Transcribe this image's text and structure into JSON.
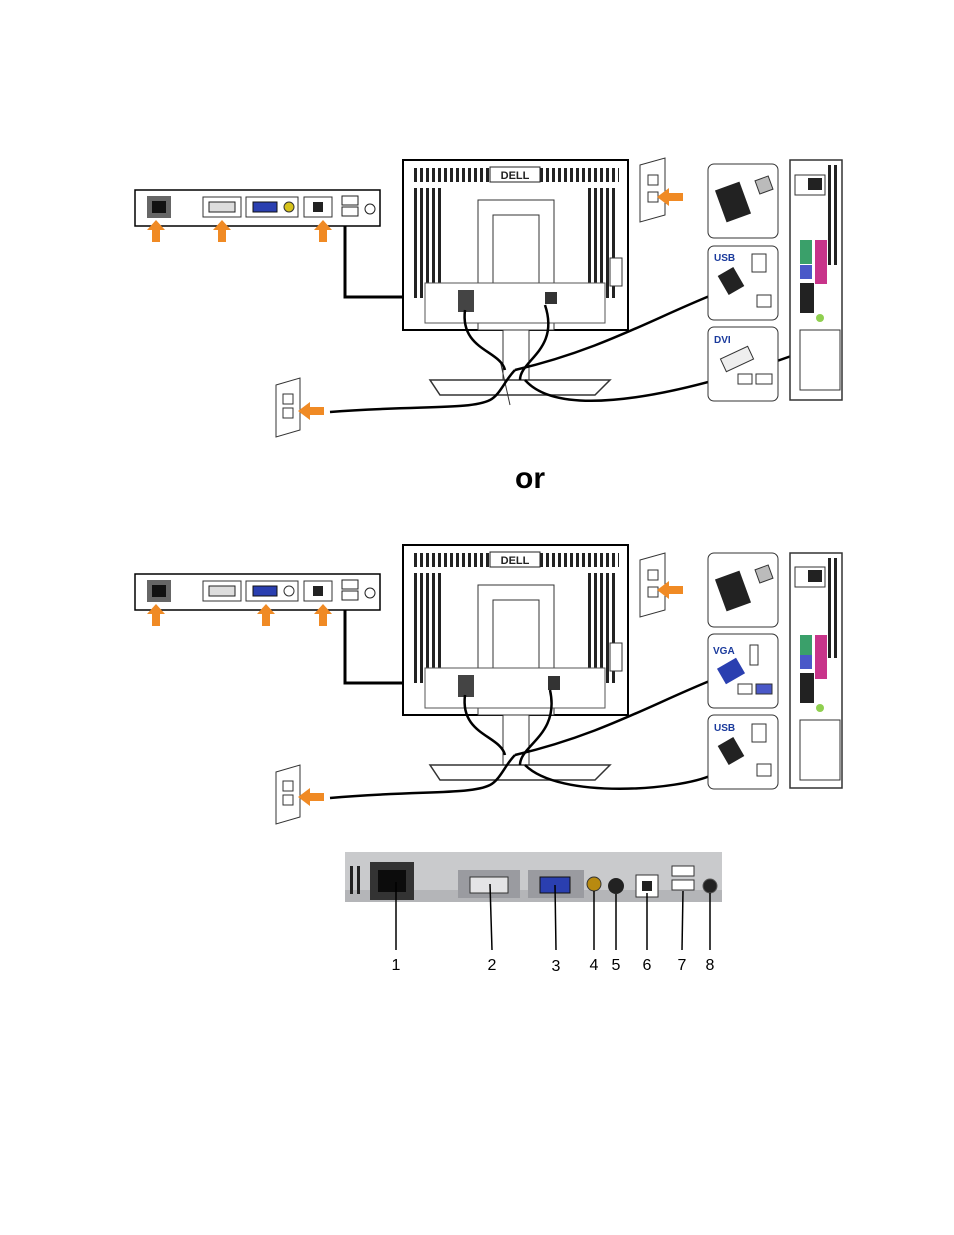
{
  "separator": "or",
  "diagram_1": {
    "cable_labels": [
      "USB",
      "DVI"
    ],
    "brand": "DELL"
  },
  "diagram_2": {
    "cable_labels": [
      "VGA",
      "USB"
    ],
    "brand": "DELL"
  },
  "connector_panel": {
    "labels": [
      "1",
      "2",
      "3",
      "4",
      "5",
      "6",
      "7",
      "8"
    ]
  },
  "colors": {
    "arrow": "#f08a24",
    "dvi_blue": "#1a3a9c",
    "vga_blue": "#2a3fb0",
    "cable": "#000000"
  }
}
